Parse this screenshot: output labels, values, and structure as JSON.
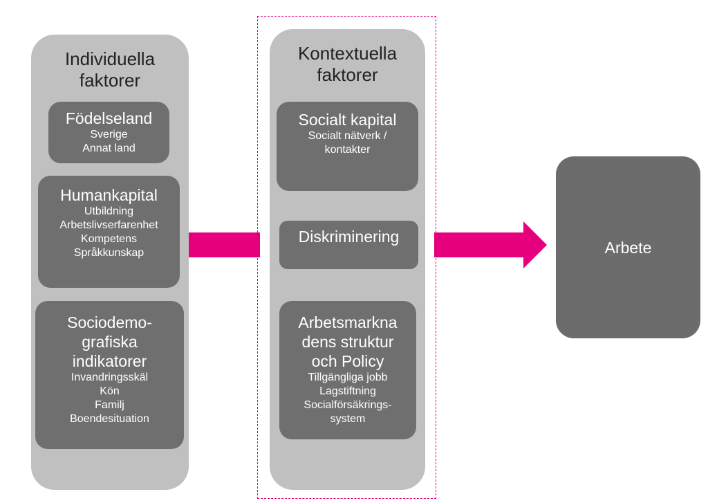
{
  "individual": {
    "title_lines": [
      "Individuella",
      "faktorer"
    ],
    "boxes": [
      {
        "title_lines": [
          "Födelseland"
        ],
        "items": [
          "Sverige",
          "Annat land"
        ]
      },
      {
        "title_lines": [
          "Humankapital"
        ],
        "items": [
          "Utbildning",
          "Arbetslivserfarenhet",
          "Kompetens",
          "Språkkunskap"
        ]
      },
      {
        "title_lines": [
          "Sociodemo-",
          "grafiska",
          "indikatorer"
        ],
        "items": [
          "Invandringsskäl",
          "Kön",
          "Familj",
          "Boendesituation"
        ]
      }
    ]
  },
  "contextual": {
    "title_lines": [
      "Kontextuella",
      "faktorer"
    ],
    "boxes": [
      {
        "title_lines": [
          "Socialt kapital"
        ],
        "items": [
          "Socialt nätverk /",
          "kontakter"
        ]
      },
      {
        "title_lines": [
          "Diskriminering"
        ],
        "items": []
      },
      {
        "title_lines": [
          "Arbetsmarkna",
          "dens struktur",
          "och Policy"
        ],
        "items": [
          "Tillgängliga jobb",
          "Lagstiftning",
          "Socialförsäkrings-",
          "system"
        ]
      }
    ]
  },
  "outcome": {
    "label": "Arbete"
  },
  "colors": {
    "arrow": "#e6007e",
    "column": "#c0c0c0",
    "box": "#6f6f6f",
    "outcome": "#6c6c6c",
    "dashed_border": "#e0007a"
  }
}
